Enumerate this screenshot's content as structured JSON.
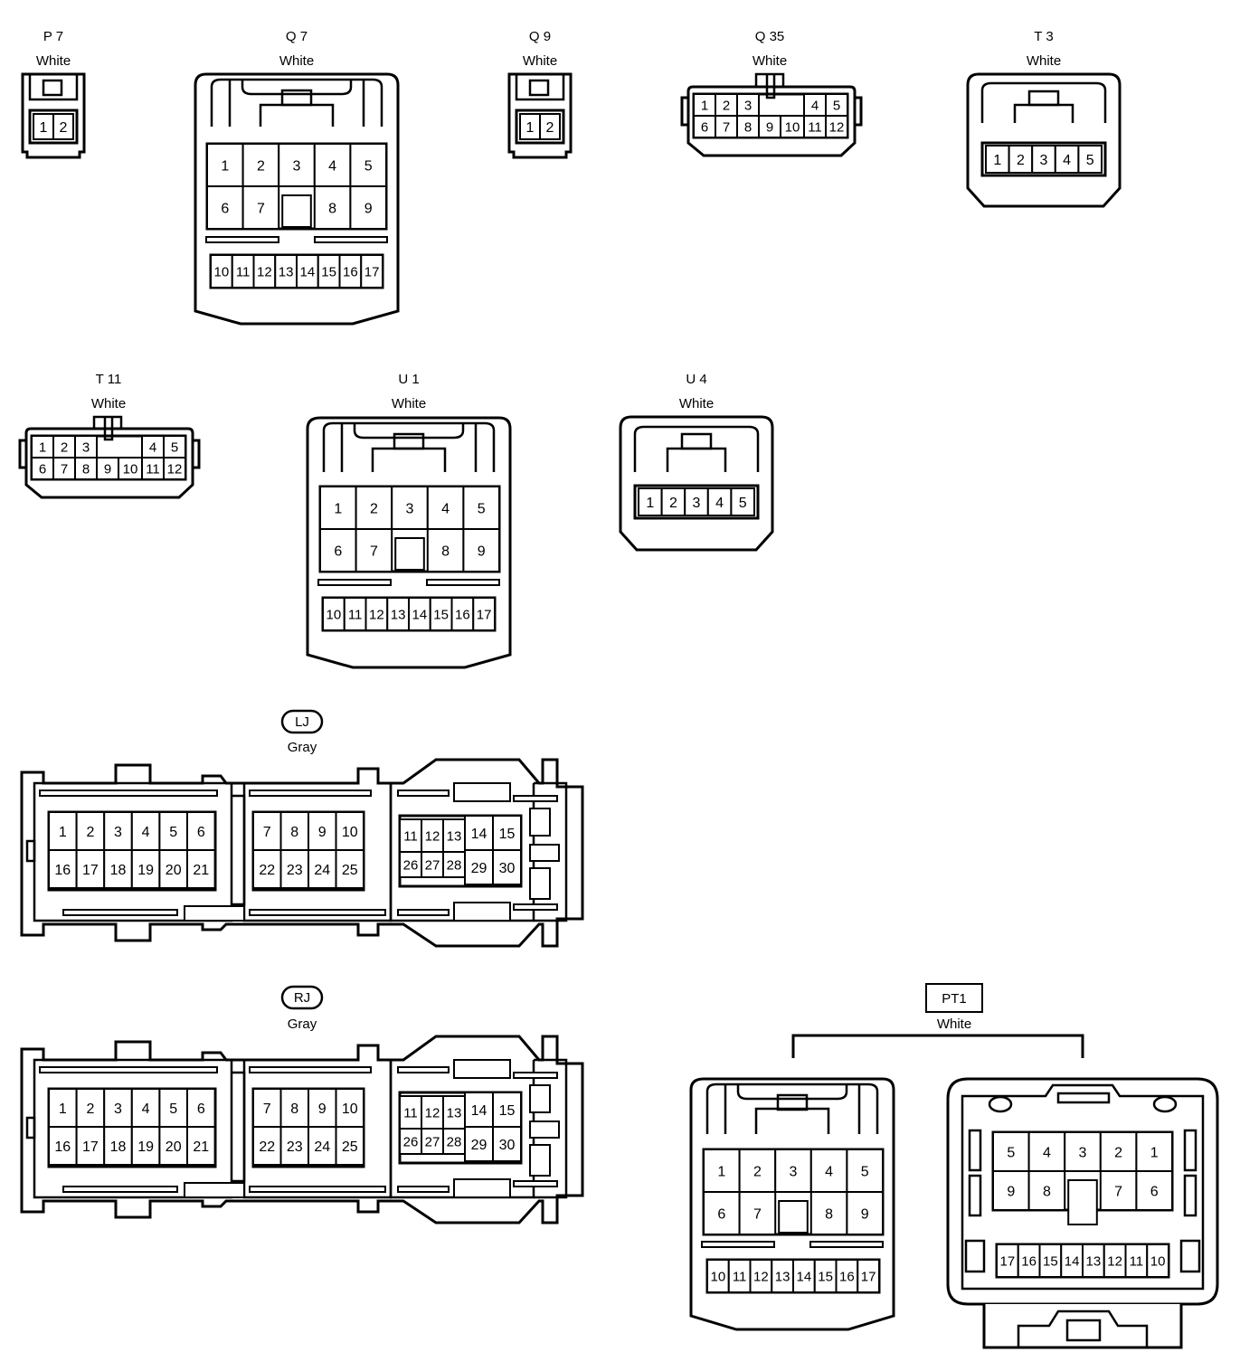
{
  "connectors": [
    {
      "id": "P 7",
      "color": "White",
      "pins": [
        "1",
        "2"
      ]
    },
    {
      "id": "Q 7",
      "color": "White",
      "pins": [
        "1",
        "2",
        "3",
        "4",
        "5",
        "6",
        "7",
        "8",
        "9",
        "10",
        "11",
        "12",
        "13",
        "14",
        "15",
        "16",
        "17"
      ]
    },
    {
      "id": "Q 9",
      "color": "White",
      "pins": [
        "1",
        "2"
      ]
    },
    {
      "id": "Q 35",
      "color": "White",
      "pins": [
        "1",
        "2",
        "3",
        "4",
        "5",
        "6",
        "7",
        "8",
        "9",
        "10",
        "11",
        "12"
      ]
    },
    {
      "id": "T 3",
      "color": "White",
      "pins": [
        "1",
        "2",
        "3",
        "4",
        "5"
      ]
    },
    {
      "id": "T 11",
      "color": "White",
      "pins": [
        "1",
        "2",
        "3",
        "4",
        "5",
        "6",
        "7",
        "8",
        "9",
        "10",
        "11",
        "12"
      ]
    },
    {
      "id": "U 1",
      "color": "White",
      "pins": [
        "1",
        "2",
        "3",
        "4",
        "5",
        "6",
        "7",
        "8",
        "9",
        "10",
        "11",
        "12",
        "13",
        "14",
        "15",
        "16",
        "17"
      ]
    },
    {
      "id": "U 4",
      "color": "White",
      "pins": [
        "1",
        "2",
        "3",
        "4",
        "5"
      ]
    },
    {
      "id": "LJ",
      "color": "Gray",
      "pins": [
        "1",
        "2",
        "3",
        "4",
        "5",
        "6",
        "7",
        "8",
        "9",
        "10",
        "11",
        "12",
        "13",
        "14",
        "15",
        "16",
        "17",
        "18",
        "19",
        "20",
        "21",
        "22",
        "23",
        "24",
        "25",
        "26",
        "27",
        "28",
        "29",
        "30"
      ]
    },
    {
      "id": "RJ",
      "color": "Gray",
      "pins": [
        "1",
        "2",
        "3",
        "4",
        "5",
        "6",
        "7",
        "8",
        "9",
        "10",
        "11",
        "12",
        "13",
        "14",
        "15",
        "16",
        "17",
        "18",
        "19",
        "20",
        "21",
        "22",
        "23",
        "24",
        "25",
        "26",
        "27",
        "28",
        "29",
        "30"
      ]
    },
    {
      "id": "PT1",
      "color": "White",
      "pins_left": [
        "1",
        "2",
        "3",
        "4",
        "5",
        "6",
        "7",
        "8",
        "9",
        "10",
        "11",
        "12",
        "13",
        "14",
        "15",
        "16",
        "17"
      ],
      "pins_right": [
        "5",
        "4",
        "3",
        "2",
        "1",
        "9",
        "8",
        "7",
        "6",
        "17",
        "16",
        "15",
        "14",
        "13",
        "12",
        "11",
        "10"
      ]
    }
  ]
}
